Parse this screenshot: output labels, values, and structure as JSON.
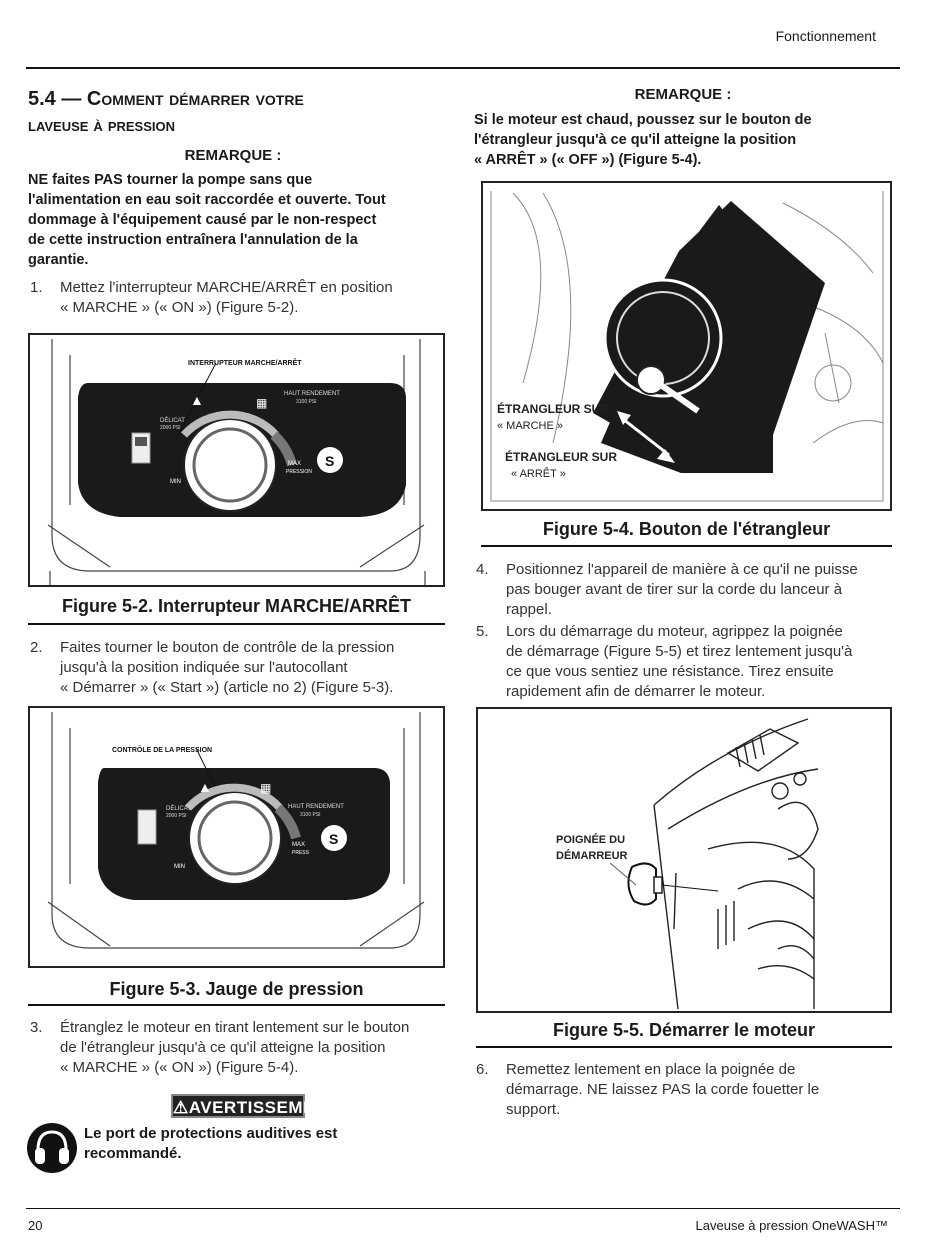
{
  "header": {
    "section": "Fonctionnement"
  },
  "section_title": {
    "number": "5.4 — ",
    "line1": "Comment démarrer votre",
    "line2": "laveuse à pression"
  },
  "left_note": {
    "label": "REMARQUE :",
    "lines": [
      "NE faites PAS tourner la pompe sans que",
      "l'alimentation en eau soit raccordée et ouverte. Tout",
      "dommage à l'équipement causé par le non-respect",
      "de cette instruction entraînera l'annulation de la",
      "garantie."
    ]
  },
  "step1": {
    "num": "1.",
    "lines": [
      "Mettez l'interrupteur MARCHE/ARRÊT en position",
      "« MARCHE » (« ON ») (Figure 5-2)."
    ]
  },
  "fig52": {
    "callout": "INTERRUPTEUR MARCHE/ARRÊT",
    "delicat": "DÉLICAT",
    "delicat_psi": "2000 PSI",
    "haut": "HAUT RENDEMENT",
    "haut_psi": "3100 PSI",
    "max": "MAX",
    "pression": "PRESSION",
    "min": "MIN",
    "caption": "Figure 5-2. Interrupteur MARCHE/ARRÊT"
  },
  "step2": {
    "num": "2.",
    "lines": [
      "Faites tourner le bouton de contrôle de la pression",
      "jusqu'à la position indiquée sur l'autocollant",
      "« Démarrer » (« Start ») (article no 2) (Figure 5-3)."
    ]
  },
  "fig53": {
    "callout": "CONTRÔLE DE LA PRESSION",
    "delicat": "DÉLICAT",
    "delicat_psi": "2000 PSI",
    "haut": "HAUT RENDEMENT",
    "haut_psi": "3100 PSI",
    "max": "MAX",
    "pression": "PRESS",
    "min": "MIN",
    "caption": "Figure 5-3. Jauge de pression"
  },
  "step3": {
    "num": "3.",
    "lines": [
      "Étranglez le moteur en tirant lentement sur le bouton",
      "de l'étrangleur jusqu'à ce qu'il atteigne la position",
      "« MARCHE » (« ON ») (Figure 5-4)."
    ]
  },
  "warning": {
    "banner": "⚠AVERTISSEMENT!",
    "lines": [
      "Le port de protections auditives est",
      "recommandé."
    ]
  },
  "right_note": {
    "label": "REMARQUE :",
    "lines": [
      "Si le moteur est chaud, poussez sur le bouton de",
      "l'étrangleur jusqu'à ce qu'il atteigne la position",
      "« ARRÊT » (« OFF ») (Figure 5-4)."
    ]
  },
  "fig54": {
    "label_on_1": "ÉTRANGLEUR SUR",
    "label_on_2": "« MARCHE »",
    "label_off_1": "ÉTRANGLEUR SUR",
    "label_off_2": "« ARRÊT »",
    "caption": "Figure 5-4. Bouton de l'étrangleur"
  },
  "step4": {
    "num": "4.",
    "lines": [
      "Positionnez l'appareil de manière à ce qu'il ne puisse",
      "pas bouger avant de tirer sur la corde du lanceur à",
      "rappel."
    ]
  },
  "step5": {
    "num": "5.",
    "lines": [
      "Lors du démarrage du moteur, agrippez la poignée",
      "de démarrage (Figure 5-5) et tirez lentement jusqu'à",
      "ce que vous sentiez une résistance. Tirez ensuite",
      "rapidement afin de démarrer le moteur."
    ]
  },
  "fig55": {
    "label_1": "POIGNÉE DU",
    "label_2": "DÉMARREUR",
    "caption": "Figure 5-5. Démarrer le moteur"
  },
  "step6": {
    "num": "6.",
    "lines": [
      "Remettez lentement en place la poignée de",
      "démarrage. NE laissez PAS la corde fouetter le",
      "support."
    ]
  },
  "footer": {
    "page": "20",
    "product": "Laveuse à pression OneWASH™"
  },
  "colors": {
    "text": "#1a1a1a",
    "rule": "#111111",
    "panel": "#1a1a1a"
  }
}
